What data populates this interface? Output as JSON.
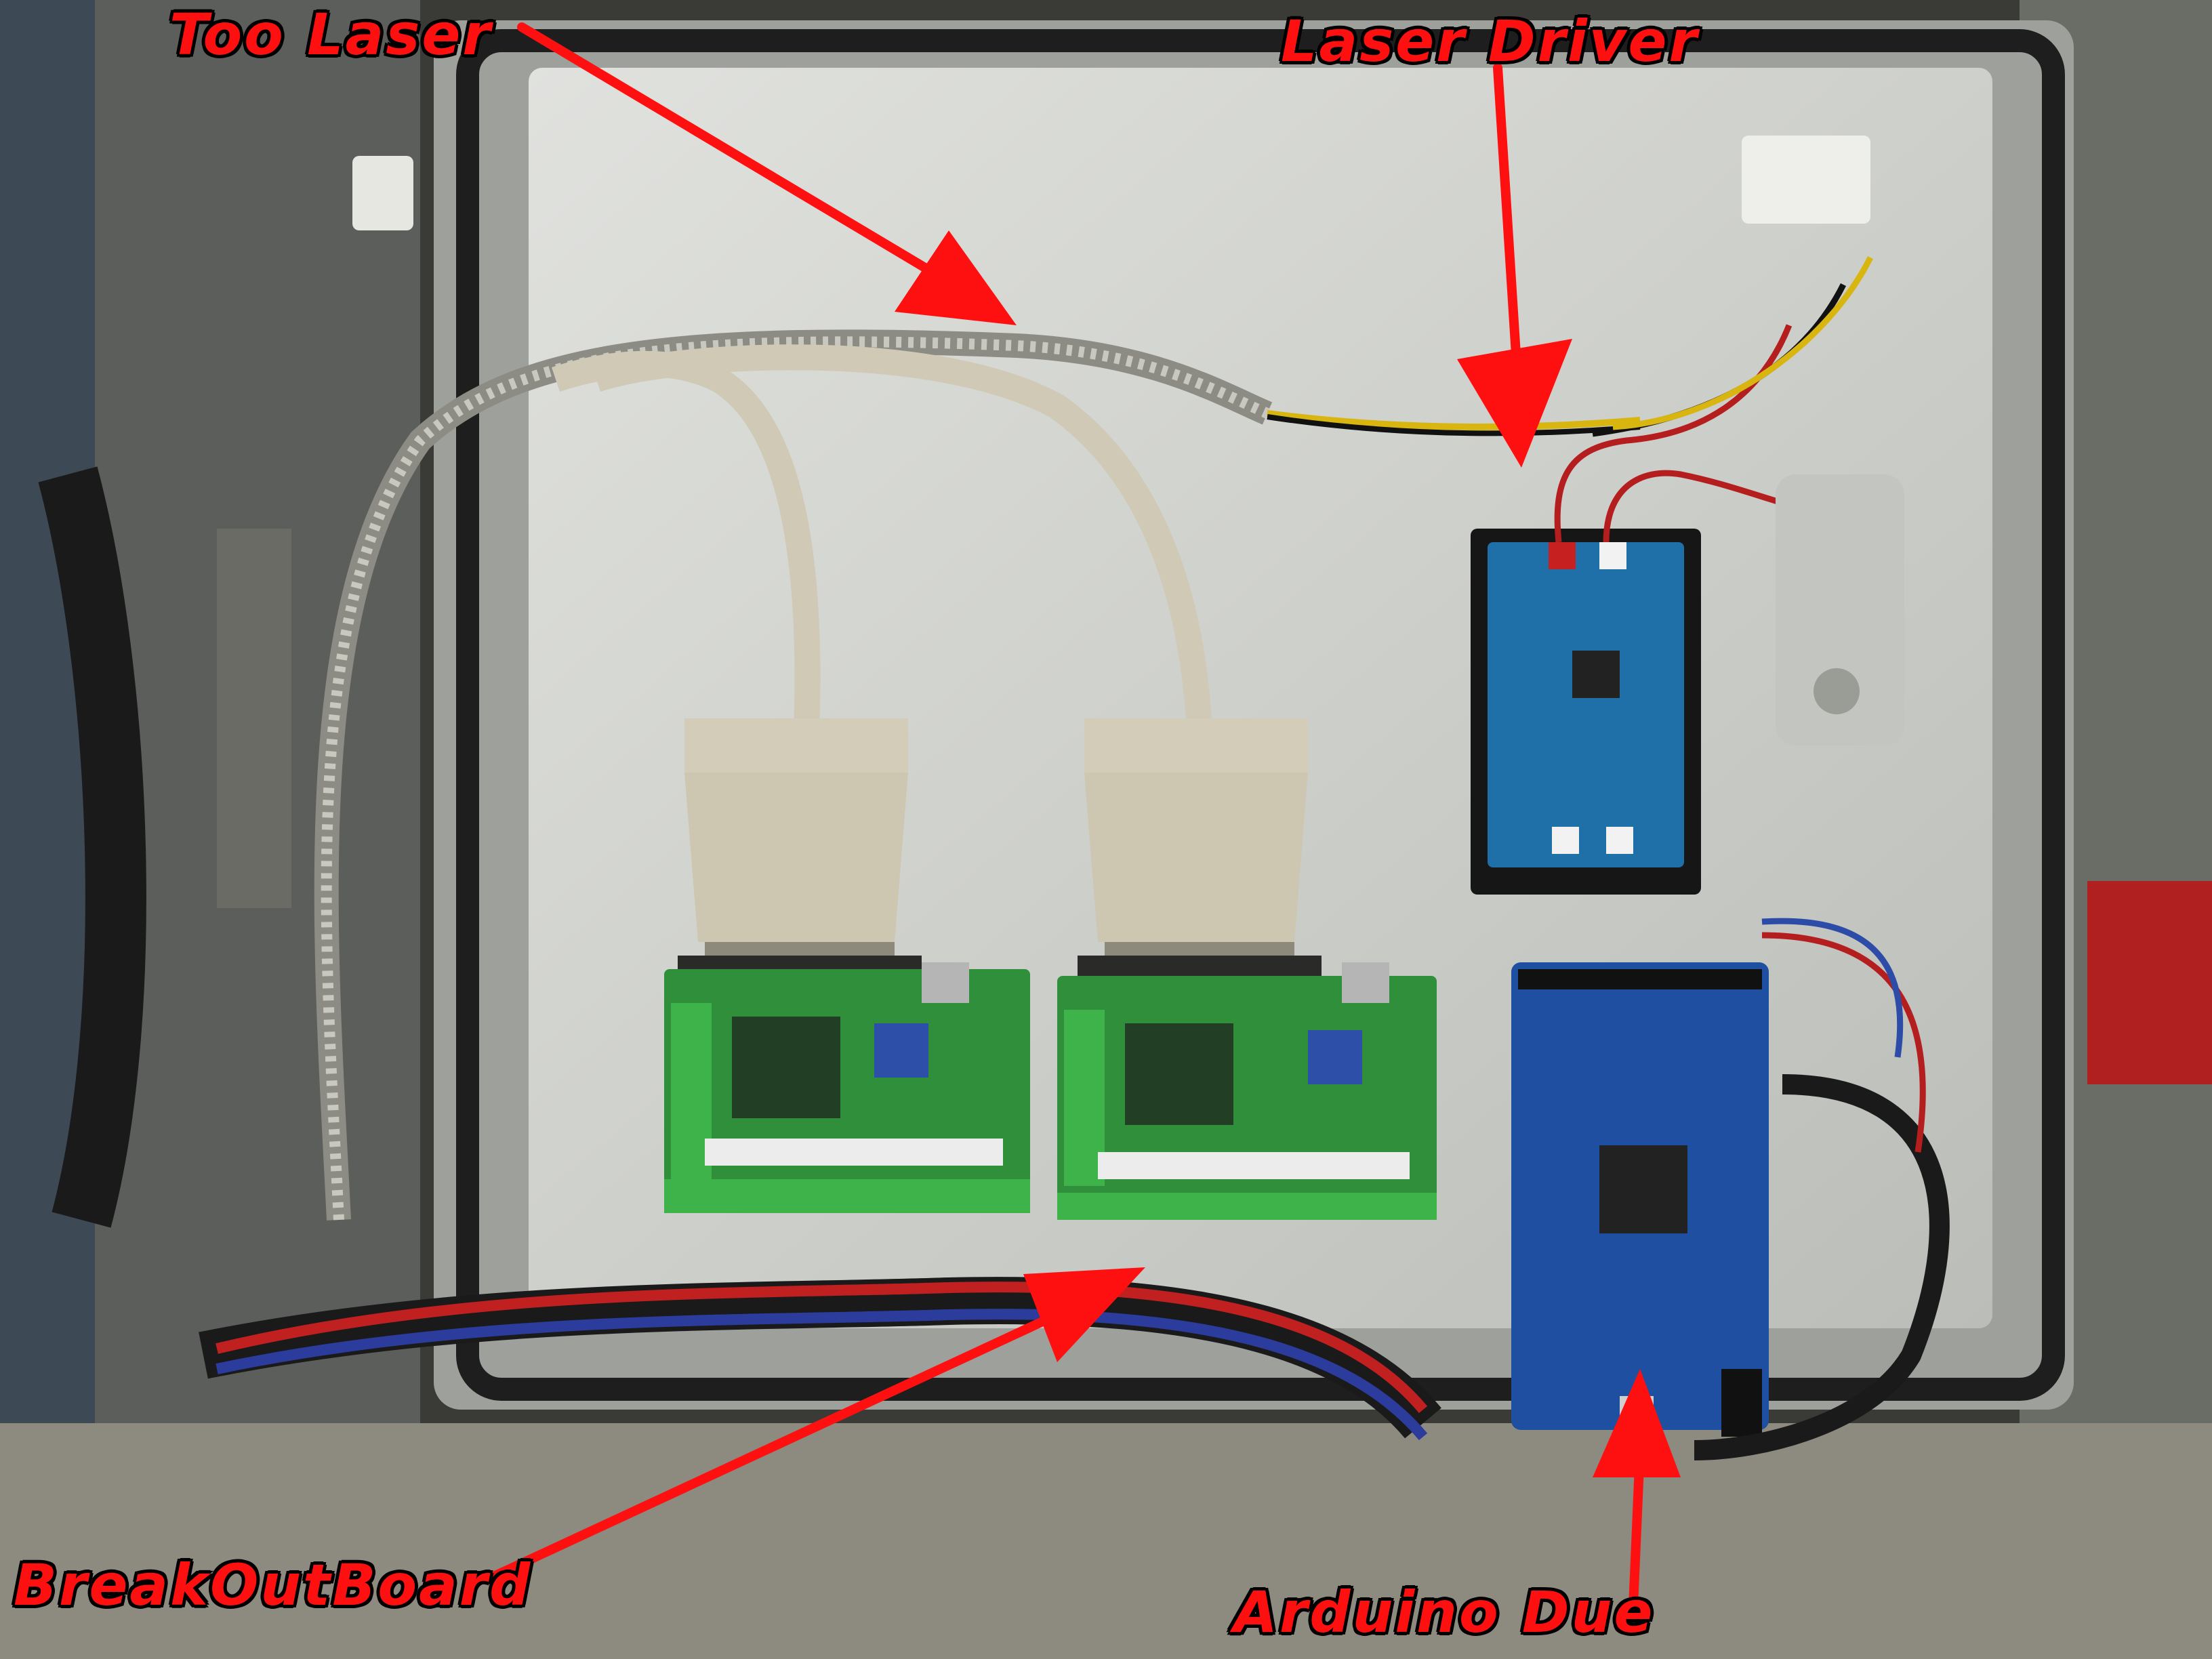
{
  "annotations": {
    "too_laser": "Too Laser",
    "laser_driver": "Laser Driver",
    "breakout_board": "BreakOutBoard",
    "arduino_due": "Arduino Due"
  },
  "colors": {
    "annotation_text": "#ff1010",
    "annotation_outline": "#000000",
    "panel": "#d4d6d2",
    "pcb_green": "#2f8f3a",
    "pcb_blue": "#1f4fa0"
  },
  "photo_subject": [
    "enclosure-panel",
    "db25-cable-1",
    "db25-cable-2",
    "breakout-board-1",
    "breakout-board-2",
    "laser-driver-board",
    "arduino-due-board",
    "shielded-cable",
    "wire-bundle"
  ]
}
